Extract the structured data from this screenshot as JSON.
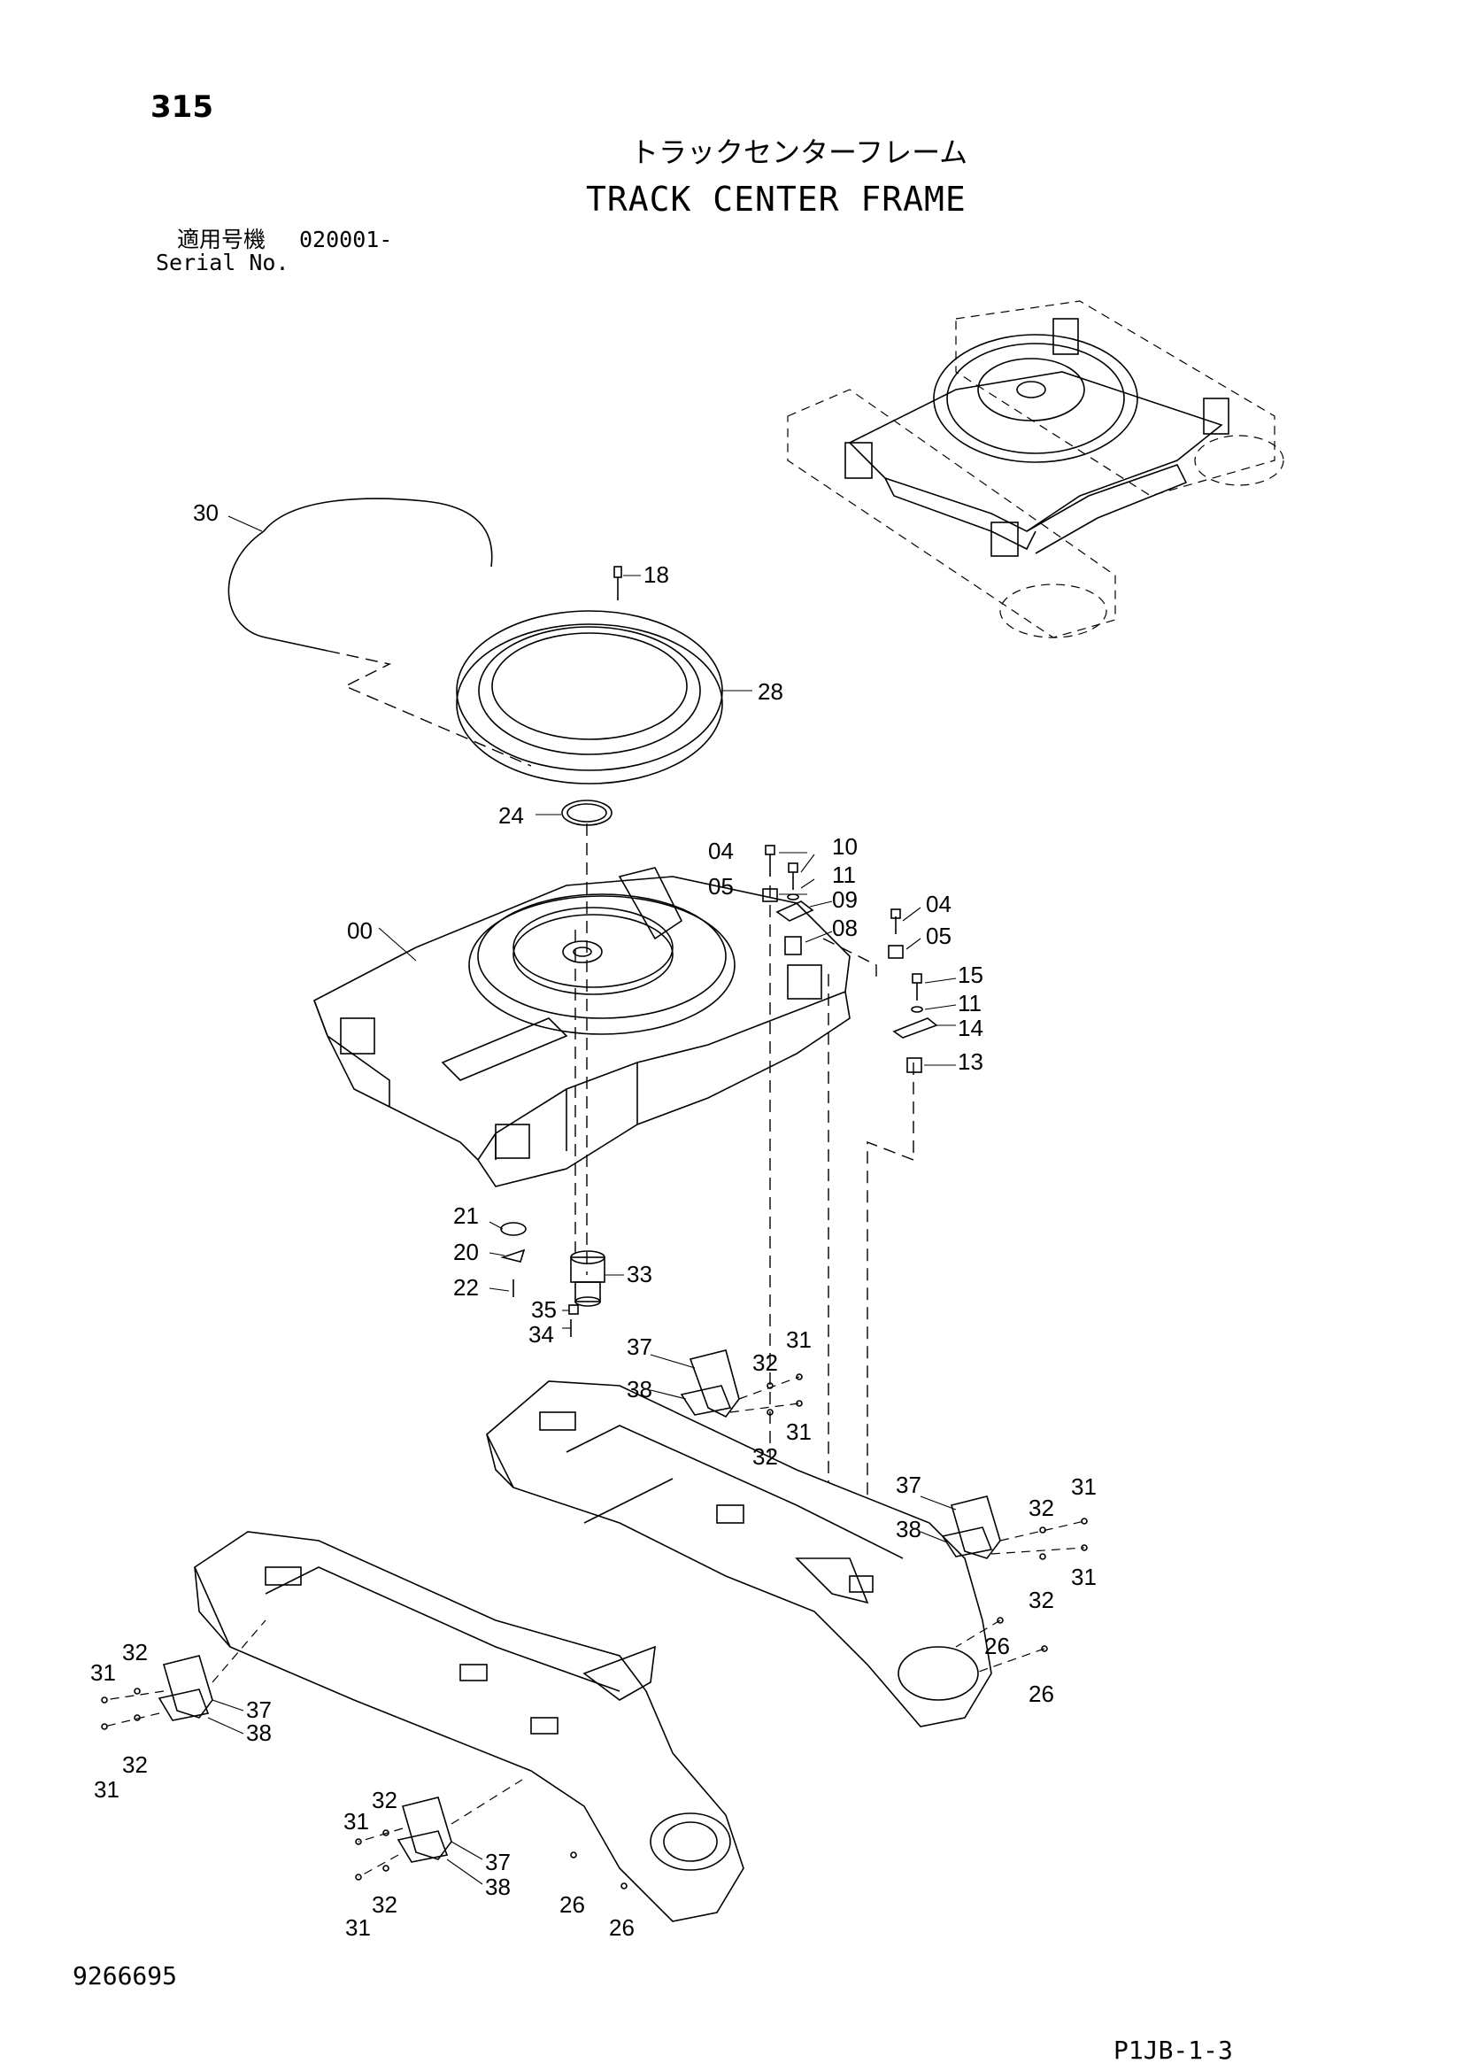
{
  "header": {
    "page_number": "315",
    "title_jp": "トラックセンターフレーム",
    "title_en": "TRACK CENTER FRAME",
    "serial_label_jp": "適用号機",
    "serial_label_en": "Serial No.",
    "serial_value": "020001-"
  },
  "footer": {
    "document_number": "9266695",
    "page_code": "P1JB-1-3"
  },
  "callouts": {
    "c30": "30",
    "c18": "18",
    "c28": "28",
    "c24": "24",
    "c04a": "04",
    "c10": "10",
    "c05a": "05",
    "c11a": "11",
    "c09": "09",
    "c08": "08",
    "c04b": "04",
    "c05b": "05",
    "c00": "00",
    "c15": "15",
    "c11b": "11",
    "c14": "14",
    "c13": "13",
    "c21": "21",
    "c20": "20",
    "c22": "22",
    "c33": "33",
    "c35": "35",
    "c34": "34",
    "c37a": "37",
    "c38a": "38",
    "c31a": "31",
    "c32a": "32",
    "c31b": "31",
    "c32b": "32",
    "c37b": "37",
    "c38b": "38",
    "c31c": "31",
    "c32c": "32",
    "c31d": "31",
    "c32d": "32",
    "c26a": "26",
    "c26b": "26",
    "c32e": "32",
    "c31e": "31",
    "c37c": "37",
    "c38c": "38",
    "c32f": "32",
    "c31f": "31",
    "c31g": "31",
    "c32g": "32",
    "c37d": "37",
    "c38d": "38",
    "c32h": "32",
    "c31h": "31",
    "c26c": "26",
    "c26d": "26"
  }
}
